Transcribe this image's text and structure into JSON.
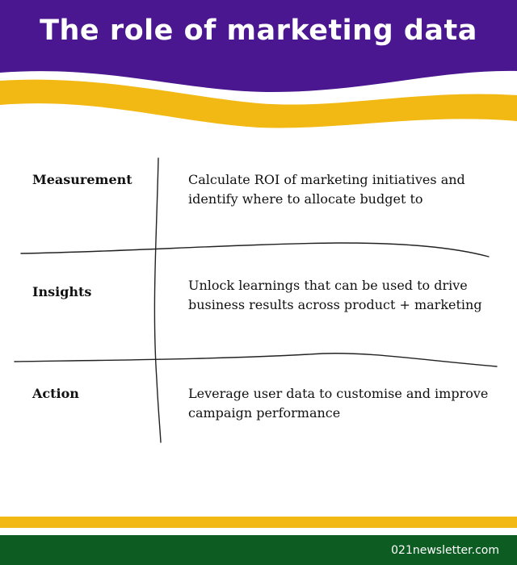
{
  "title": "The role of marketing data",
  "colors": {
    "header": "#4a1790",
    "accent": "#f2b915",
    "footer": "#0d5c22",
    "text": "#111111",
    "line": "#222222"
  },
  "rows": [
    {
      "label": "Measurement",
      "description": "Calculate ROI of marketing initiatives and identify where to allocate budget to"
    },
    {
      "label": "Insights",
      "description": "Unlock learnings that can be used to drive business results across product + marketing"
    },
    {
      "label": "Action",
      "description": "Leverage user data to customise and improve campaign performance"
    }
  ],
  "footer": {
    "site": "021newsletter.com"
  }
}
